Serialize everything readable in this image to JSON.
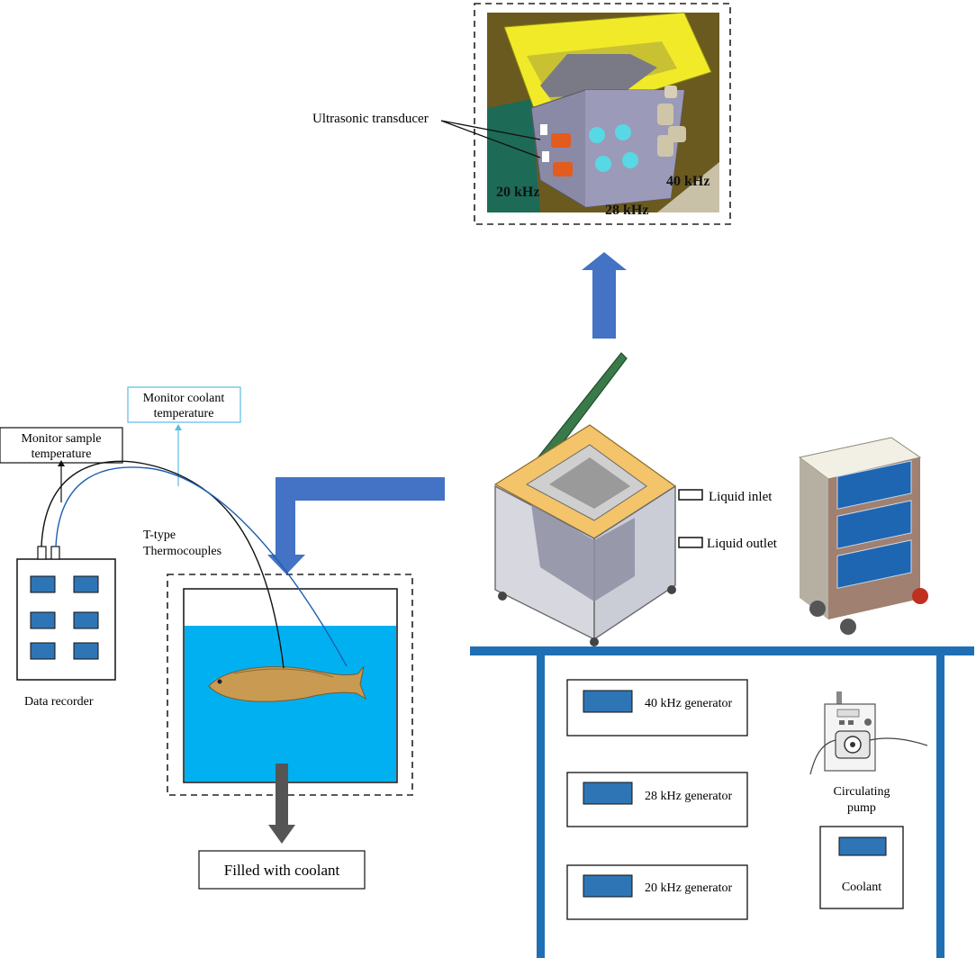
{
  "labels": {
    "ultrasonic_transducer": "Ultrasonic transducer",
    "freq_20": "20 kHz",
    "freq_28": "28 kHz",
    "freq_40": "40 kHz",
    "monitor_coolant_line1": "Monitor coolant",
    "monitor_coolant_line2": "temperature",
    "monitor_sample_line1": "Monitor sample",
    "monitor_sample_line2": "temperature",
    "thermocouples_line1": "T-type",
    "thermocouples_line2": "Thermocouples",
    "data_recorder": "Data recorder",
    "filled_with_coolant": "Filled with coolant",
    "liquid_inlet": "Liquid inlet",
    "liquid_outlet": "Liquid outlet",
    "gen_40": "40 kHz generator",
    "gen_28": "28 kHz generator",
    "gen_20": "20 kHz generator",
    "circulating_pump_line1": "Circulating",
    "circulating_pump_line2": "pump",
    "coolant": "Coolant"
  },
  "colors": {
    "arrow_blue": "#4472c4",
    "table_blue": "#1f6fb5",
    "coolant_blue": "#00b0f0",
    "screen_blue": "#2e75b6",
    "coolant_line": "#5bbce4",
    "dark_arrow": "#555555"
  }
}
